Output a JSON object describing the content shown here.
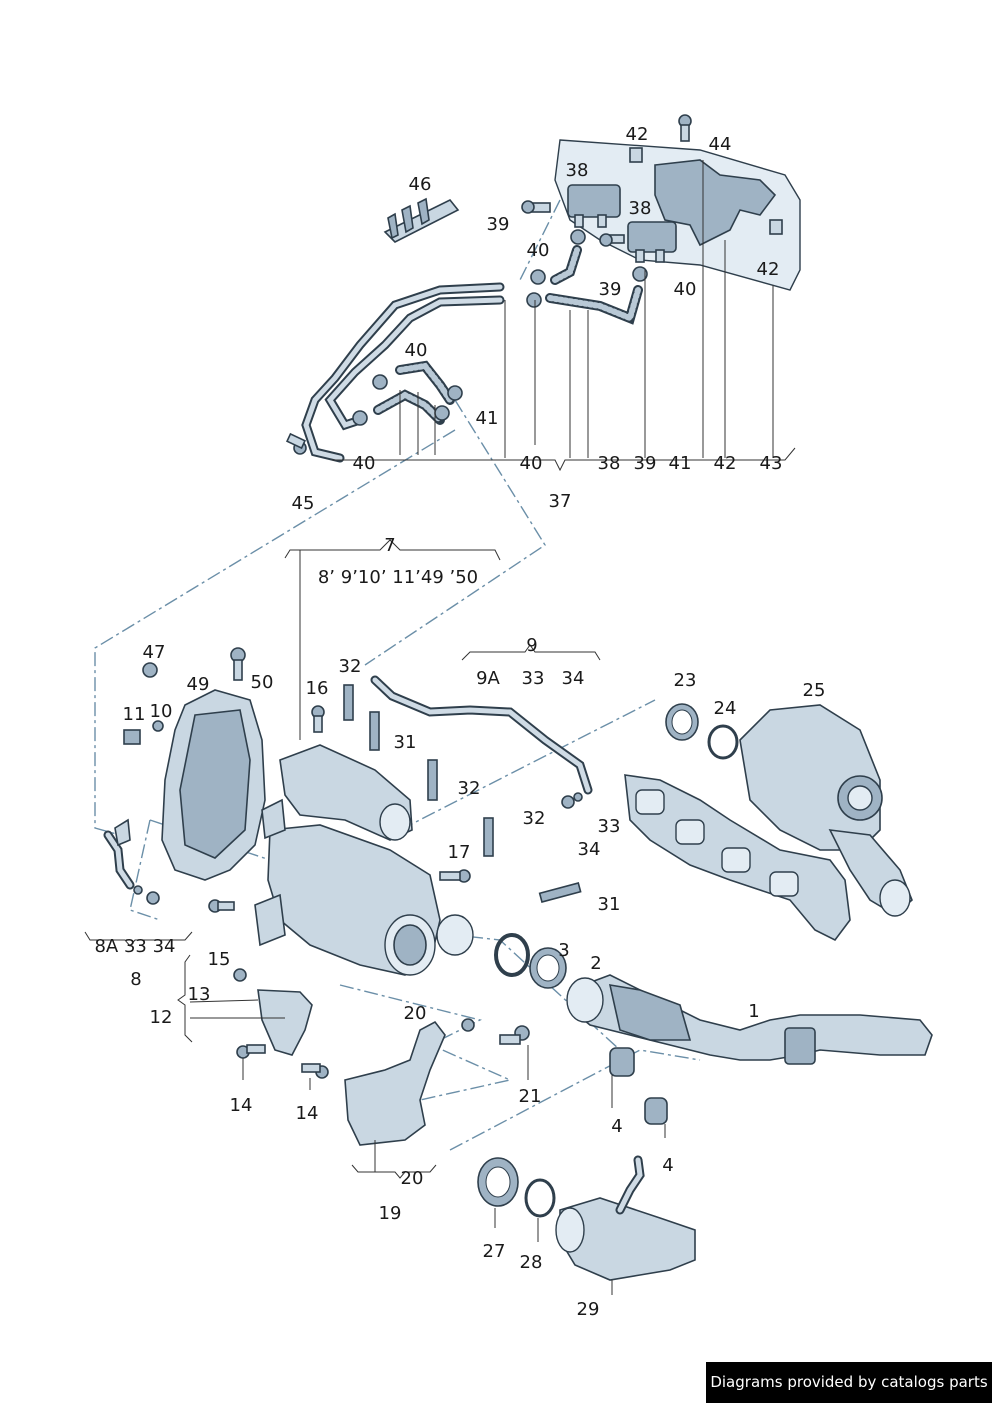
{
  "footer": {
    "text": "Diagrams provided by catalogs parts"
  },
  "labels": {
    "l1": "1",
    "l2": "2",
    "l3": "3",
    "l4a": "4",
    "l4b": "4",
    "l7": "7",
    "l7sub": "8’ 9’10’ 11’49 ’50",
    "l8": "8",
    "l8sub": "8A  33  34",
    "l9": "9",
    "l9a": "9A",
    "l9_33": "33",
    "l9_34": "34",
    "l10": "10",
    "l11": "11",
    "l12": "12",
    "l13": "13",
    "l14a": "14",
    "l14b": "14",
    "l15": "15",
    "l16": "16",
    "l17": "17",
    "l19": "19",
    "l20a": "20",
    "l20b": "20",
    "l21": "21",
    "l23": "23",
    "l24": "24",
    "l25": "25",
    "l27": "27",
    "l28": "28",
    "l29": "29",
    "l31a": "31",
    "l31b": "31",
    "l32a": "32",
    "l32b": "32",
    "l32c": "32",
    "l33": "33",
    "l34": "34",
    "l37": "37",
    "l38a": "38",
    "l38b": "38",
    "l39a": "39",
    "l39b": "39",
    "l40a": "40",
    "l40b": "40",
    "l40c": "40",
    "l41": "41",
    "l42a": "42",
    "l42b": "42",
    "l44": "44",
    "l45": "45",
    "l46": "46",
    "l47": "47",
    "l49": "49",
    "l50": "50",
    "bar_40a": "40",
    "bar_40b": "40",
    "bar_38": "38",
    "bar_39": "39",
    "bar_41": "41",
    "bar_42": "42",
    "bar_43": "43"
  }
}
